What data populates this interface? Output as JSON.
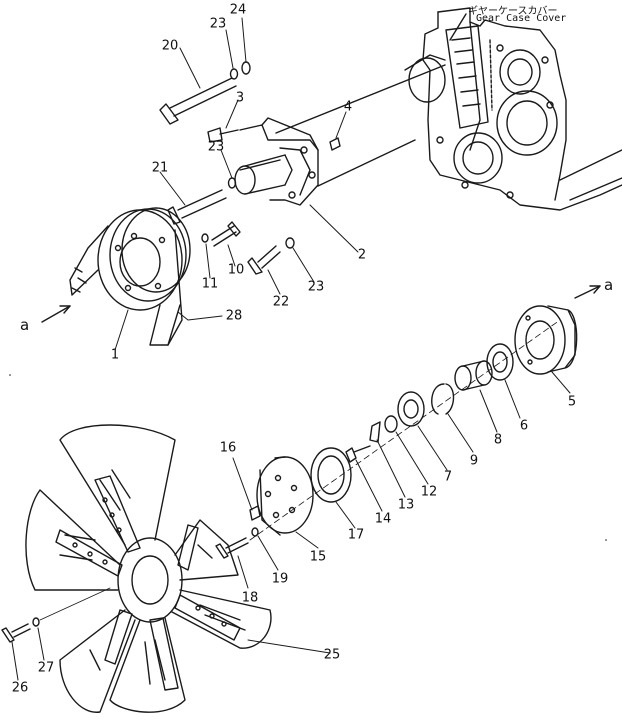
{
  "header": {
    "title_jp": "ギヤーケースカバー",
    "title_en": "Gear Case Cover"
  },
  "view_markers": {
    "left": "a",
    "right": "a"
  },
  "callouts": [
    {
      "label": "24"
    },
    {
      "label": "23"
    },
    {
      "label": "20"
    },
    {
      "label": "3"
    },
    {
      "label": "4"
    },
    {
      "label": "23"
    },
    {
      "label": "21"
    },
    {
      "label": "2"
    },
    {
      "label": "11"
    },
    {
      "label": "10"
    },
    {
      "label": "22"
    },
    {
      "label": "23"
    },
    {
      "label": "28"
    },
    {
      "label": "1"
    },
    {
      "label": "5"
    },
    {
      "label": "6"
    },
    {
      "label": "8"
    },
    {
      "label": "9"
    },
    {
      "label": "7"
    },
    {
      "label": "12"
    },
    {
      "label": "13"
    },
    {
      "label": "14"
    },
    {
      "label": "17"
    },
    {
      "label": "16"
    },
    {
      "label": "15"
    },
    {
      "label": "19"
    },
    {
      "label": "18"
    },
    {
      "label": "25"
    },
    {
      "label": "27"
    },
    {
      "label": "26"
    }
  ]
}
